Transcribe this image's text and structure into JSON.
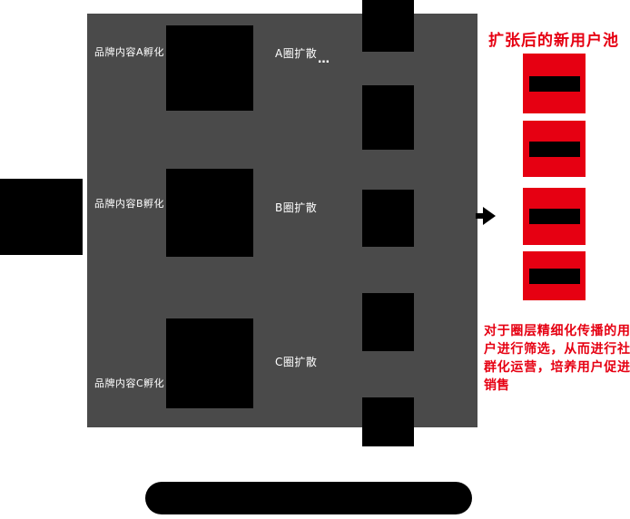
{
  "panel": {
    "incubation_labels": [
      "品牌内容A孵化",
      "品牌内容B孵化",
      "品牌内容C孵化"
    ],
    "diffusion_labels": [
      "A圈扩散",
      "B圈扩散",
      "C圈扩散"
    ],
    "ellipsis": "…"
  },
  "user_pool": {
    "title": "扩张后的新用户池",
    "description": "对于圈层精细化传播的用户进行筛选，从而进行社群化运营，培养用户促进销售"
  },
  "colors": {
    "accent_red": "#e60012",
    "panel_gray": "#4a4a4a",
    "shape_black": "#000000"
  }
}
